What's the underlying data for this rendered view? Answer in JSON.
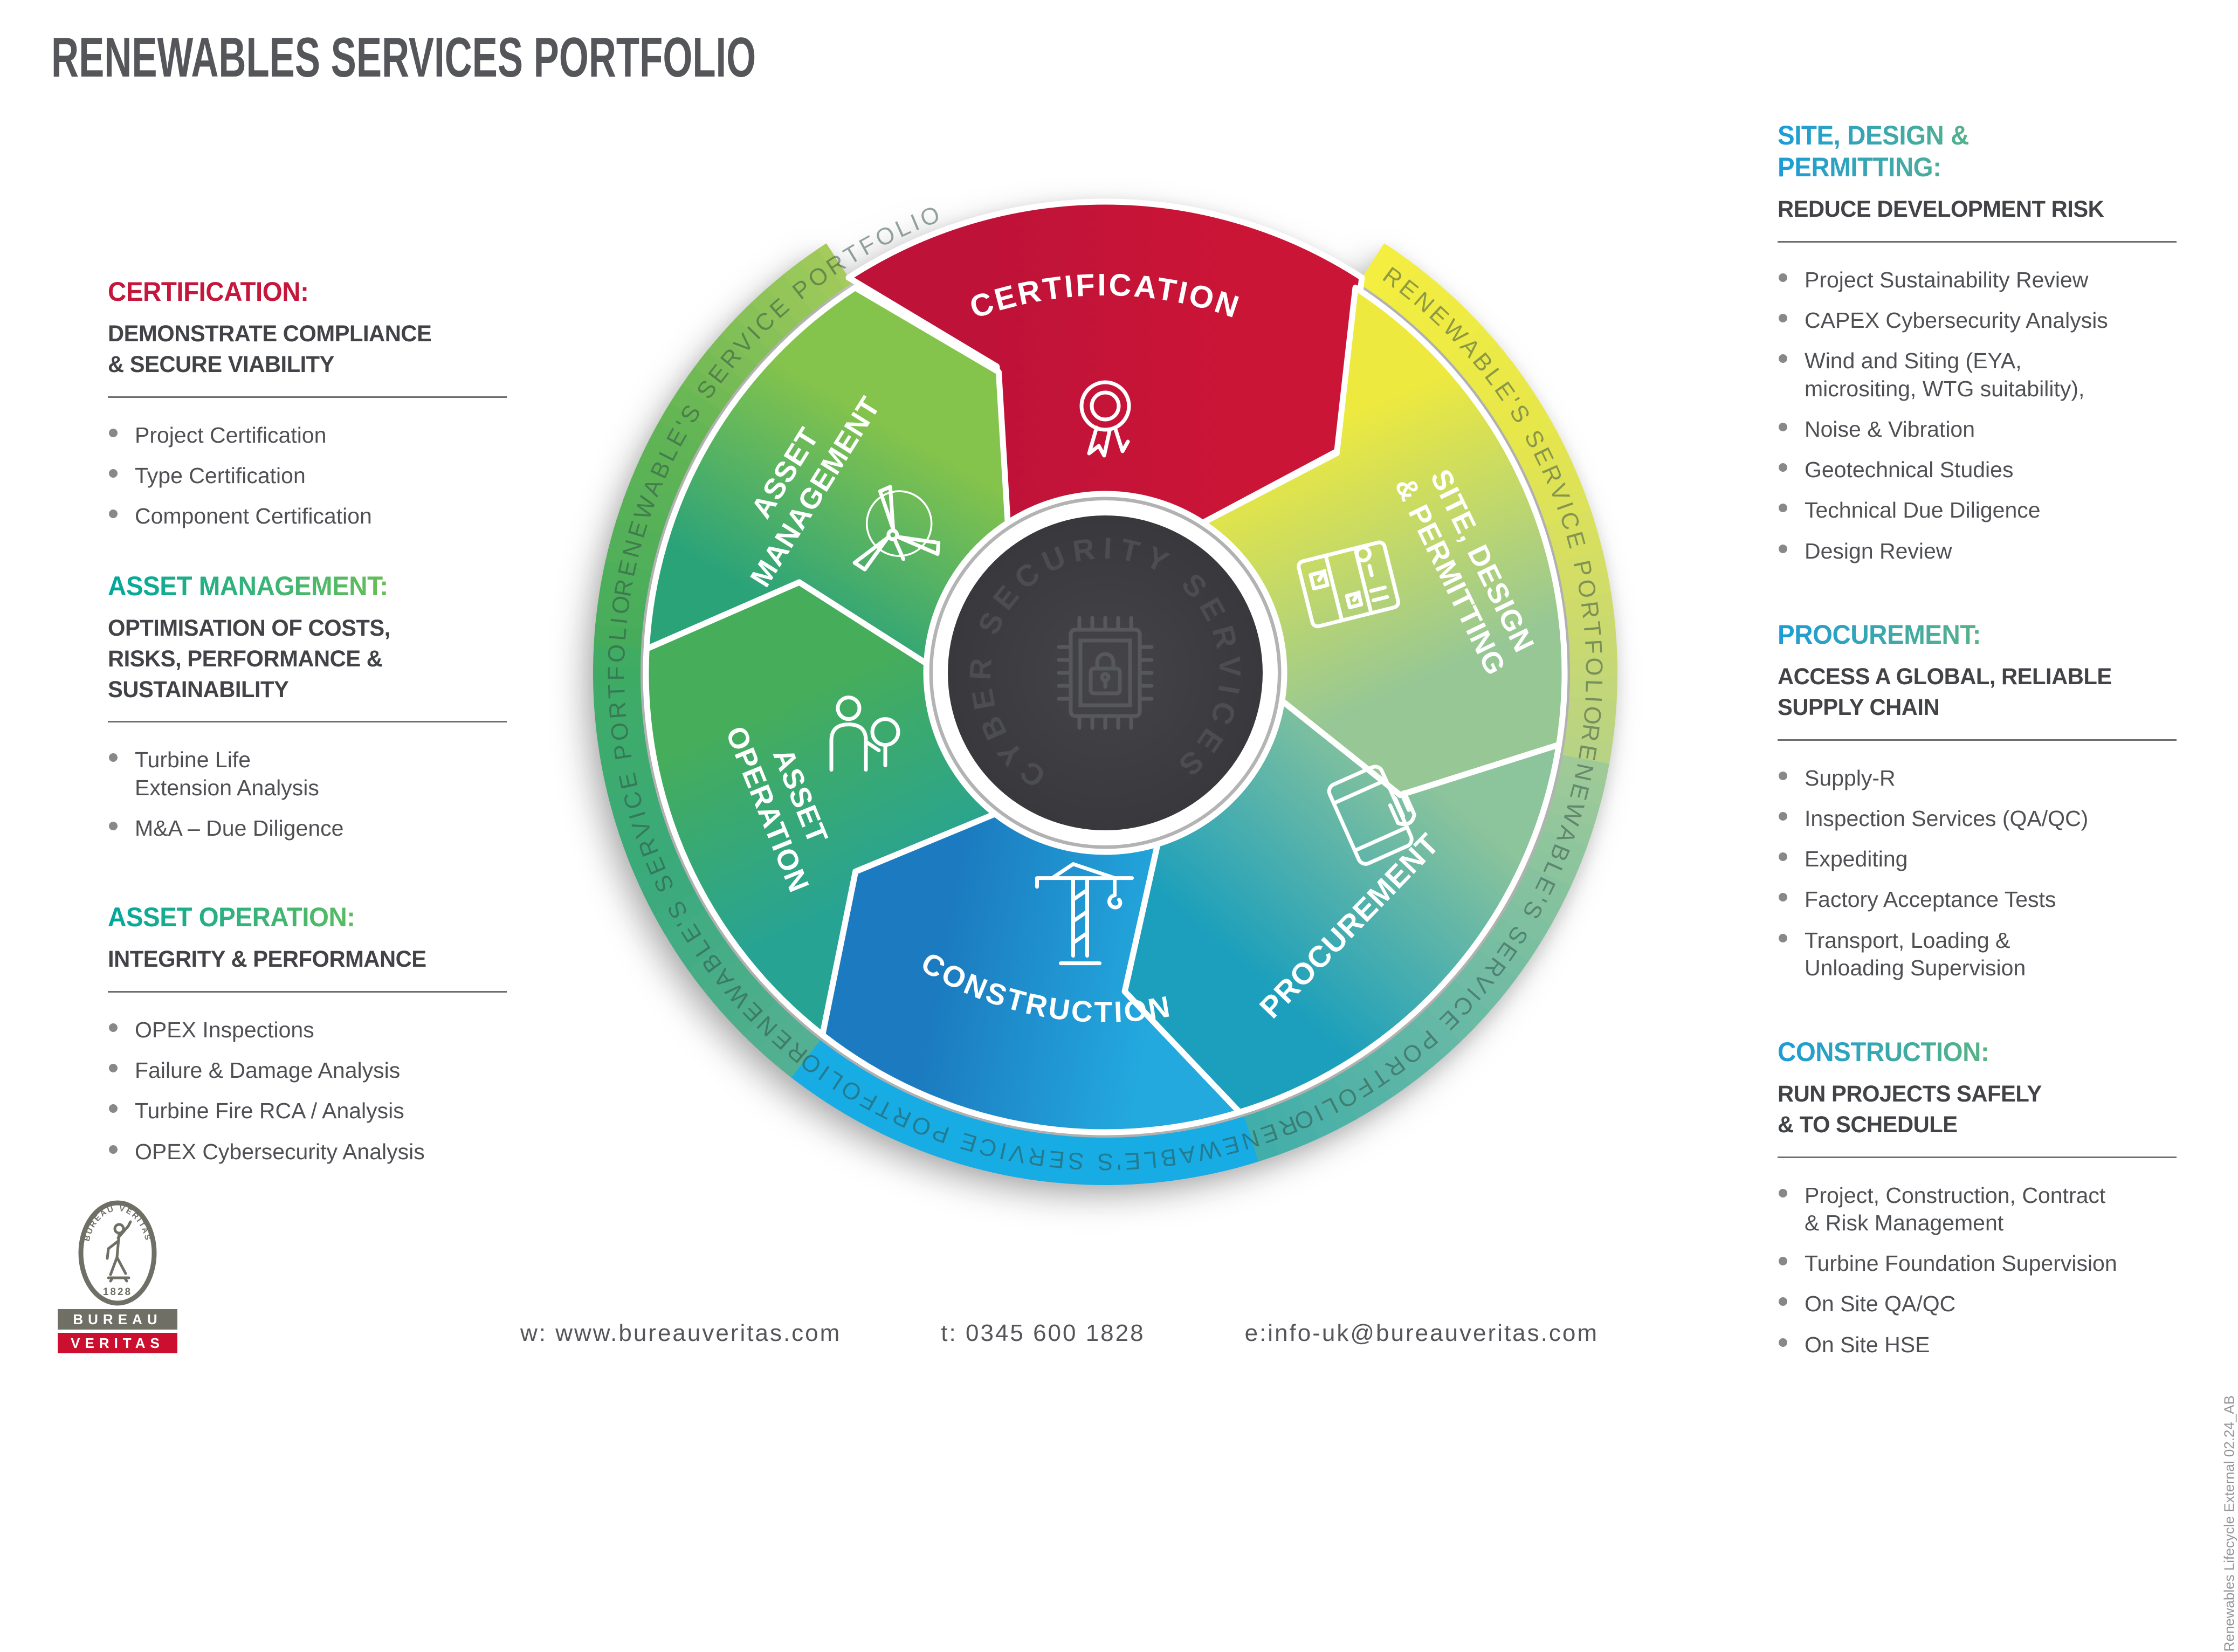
{
  "title": "RENEWABLES SERVICES PORTFOLIO",
  "colors": {
    "red": "#C5173C",
    "teal": "#00A79D",
    "lime": "#8DC63F",
    "blue": "#1B9CD9",
    "green_bullet": "#72BF44",
    "blue_bullet": "#29A9E0",
    "dark_gray_text": "#55565A",
    "body_text": "#4F5054",
    "center_circle": "#3A393D",
    "logo_gray": "#6F6F66",
    "logo_red": "#CC0F2F"
  },
  "left_sections": [
    {
      "heading": "CERTIFICATION:",
      "subheading": "DEMONSTRATE COMPLIANCE\n& SECURE VIABILITY",
      "bullets": [
        "Project Certification",
        "Type Certification",
        "Component Certification"
      ]
    },
    {
      "heading": "ASSET MANAGEMENT:",
      "subheading": "OPTIMISATION OF COSTS,\nRISKS, PERFORMANCE &\nSUSTAINABILITY",
      "bullets": [
        "Turbine Life\nExtension Analysis",
        "M&A – Due Diligence"
      ]
    },
    {
      "heading": "ASSET OPERATION:",
      "subheading": "INTEGRITY & PERFORMANCE",
      "bullets": [
        "OPEX Inspections",
        "Failure & Damage Analysis",
        "Turbine Fire RCA / Analysis",
        "OPEX Cybersecurity Analysis"
      ]
    }
  ],
  "right_sections": [
    {
      "heading": "SITE, DESIGN &\nPERMITTING:",
      "subheading": "REDUCE DEVELOPMENT RISK",
      "bullets": [
        "Project Sustainability Review",
        "CAPEX Cybersecurity Analysis",
        "Wind and Siting (EYA,\nmicrositing, WTG suitability),",
        "Noise & Vibration",
        "Geotechnical Studies",
        "Technical Due Diligence",
        "Design Review"
      ]
    },
    {
      "heading": "PROCUREMENT:",
      "subheading": "ACCESS A GLOBAL, RELIABLE\nSUPPLY CHAIN",
      "bullets": [
        "Supply-R",
        "Inspection Services (QA/QC)",
        "Expediting",
        "Factory Acceptance Tests",
        "Transport, Loading &\nUnloading Supervision"
      ]
    },
    {
      "heading": "CONSTRUCTION:",
      "subheading": "RUN PROJECTS SAFELY\n& TO SCHEDULE",
      "bullets": [
        "Project, Construction, Contract\n& Risk Management",
        "Turbine Foundation Supervision",
        "On Site QA/QC",
        "On Site HSE"
      ]
    }
  ],
  "wheel": {
    "ring_text": "RENEWABLE'S SERVICE PORTFOLIO",
    "center_text": "CYBER SECURITY SERVICES",
    "center_icon": "chip-lock-icon",
    "segments": [
      {
        "label": "CERTIFICATION",
        "icon": "award-rosette-icon"
      },
      {
        "label": "SITE, DESIGN & PERMITTING",
        "label_lines": [
          "SITE, DESIGN",
          "& PERMITTING"
        ],
        "icon": "site-plan-icon"
      },
      {
        "label": "PROCUREMENT",
        "icon": "tablet-hand-icon"
      },
      {
        "label": "CONSTRUCTION",
        "icon": "crane-icon"
      },
      {
        "label": "ASSET OPERATION",
        "label_lines": [
          "ASSET",
          "OPERATION"
        ],
        "icon": "person-inspection-icon"
      },
      {
        "label": "ASSET MANAGEMENT",
        "label_lines": [
          "ASSET",
          "MANAGEMENT"
        ],
        "icon": "wind-turbine-icon"
      }
    ]
  },
  "footer": {
    "website": "w: www.bureauveritas.com",
    "phone": "t: 0345 600 1828",
    "email": "e:info-uk@bureauveritas.com"
  },
  "logo": {
    "emblem_text": "BUREAU VERITAS",
    "emblem_year": "1828",
    "bar1": "BUREAU",
    "bar2": "VERITAS"
  },
  "side_note": "Renewables Lifecycle External 02.24_AB"
}
